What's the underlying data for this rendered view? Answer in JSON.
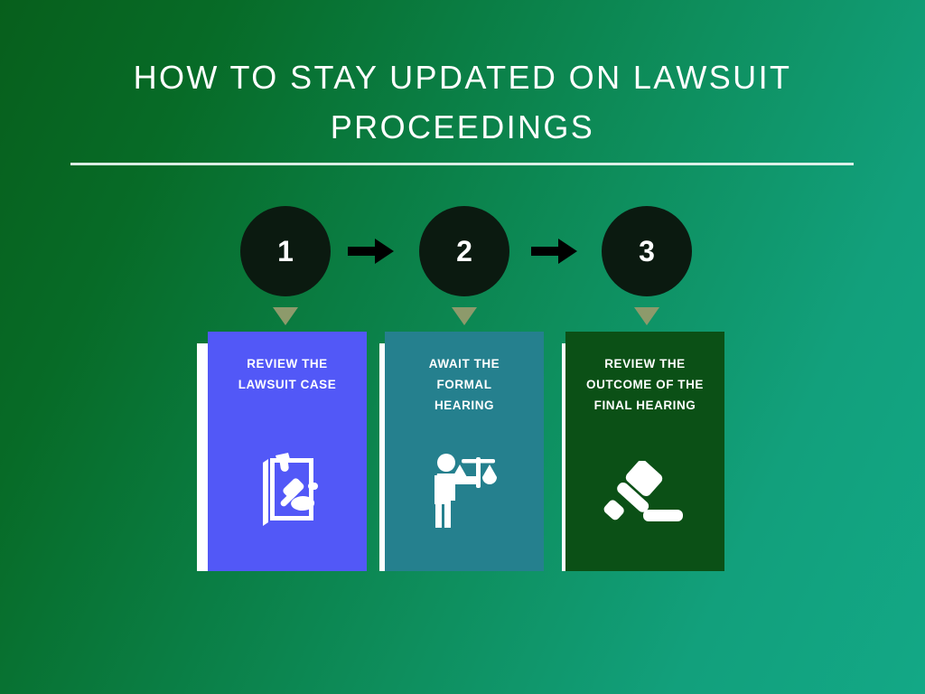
{
  "slide": {
    "title": "HOW TO STAY UPDATED ON LAWSUIT\nPROCEEDINGS",
    "background_from": "#075f1c",
    "background_to": "#13a886",
    "divider_color": "#eef7f3"
  },
  "steps": [
    {
      "number": "1",
      "card_title": "REVIEW THE\nLAWSUIT CASE",
      "icon": "document-gavel-icon",
      "card_color": "#5258f7",
      "pointer_color": "#8d9a6b",
      "circle_color": "#0b1a10"
    },
    {
      "number": "2",
      "card_title": "AWAIT THE\nFORMAL\nHEARING",
      "icon": "person-scales-icon",
      "card_color": "#25808e",
      "pointer_color": "#8d9a6b",
      "circle_color": "#0b1a10"
    },
    {
      "number": "3",
      "card_title": "REVIEW THE\nOUTCOME OF THE\nFINAL HEARING",
      "icon": "gavel-block-icon",
      "card_color": "#0b5016",
      "pointer_color": "#8d9a6b",
      "circle_color": "#0b1a10"
    }
  ],
  "connectors": [
    {
      "icon": "arrow-right-icon",
      "color": "#000000"
    },
    {
      "icon": "arrow-right-icon",
      "color": "#000000"
    }
  ]
}
